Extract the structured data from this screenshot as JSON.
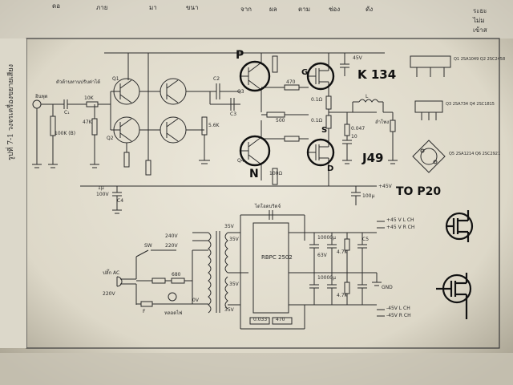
{
  "page": {
    "side_caption": "รูปที่ 7-1 วงจรเครื่องขยายเสียง",
    "header_fragments": [
      "ดอ",
      "ภาย",
      "มา",
      "ขนา",
      "จาก",
      "ผล",
      "ตาม",
      "ช่อง",
      "ดัง"
    ],
    "right_fragments": [
      "ระยะ",
      "ไม่ม",
      "เข้าส"
    ]
  },
  "schematic": {
    "colors": {
      "paper": "#ebe7da",
      "ink": "#2b2b2b",
      "handwriting": "#0e0e0e"
    },
    "handwritten": {
      "p_top": "P",
      "k134": "K 134",
      "g": "G",
      "s": "S",
      "d": "D",
      "n_bottom": "N",
      "j49": "J49",
      "to_p20": "TO P20"
    },
    "labels": {
      "input_volume": "ตัวต้านทานปรับค่าได้",
      "input_jack": "อินพุต",
      "c1": "C₁",
      "r_10k": "10K",
      "r_100k": "100K (B)",
      "q1": "Q1",
      "q2": "Q2",
      "q3": "Q3",
      "q4": "Q4",
      "q5": "Q5",
      "r_47k": "47K",
      "r_5k6": "5.6K",
      "c2": "C2",
      "c3": "C3",
      "c4": "C4",
      "r_470": "470",
      "r_500": "500",
      "r_100_omega": "100Ω",
      "r_0_1": "0.1Ω",
      "r_0_1b": "0.1Ω",
      "c_0047": "0.047",
      "r_10": "10",
      "coil": "L",
      "speaker": "ลำโพง",
      "v45_top": "45V",
      "c_100v": "100V",
      "rail_45v": "+45V",
      "c_1u": "1µ",
      "c_100u": "100µ",
      "c5": "C5",
      "pkg_top": "Q1 2SA1049 Q2 2SC2458",
      "pkg_mid": "Q3 2SA734 Q4 2SC1815",
      "pkg_bot": "Q5 2SA1214 Q6 2SC2921",
      "xfmr_240": "240V",
      "xfmr_220": "220V",
      "xfmr_0": "0V",
      "sw": "SW",
      "fuse": "F",
      "plug_ac": "ปลั๊ก AC",
      "ac_220": "220V",
      "r_680": "680",
      "lamp": "หลอดไฟ",
      "v35": "35V",
      "v35b": "35V",
      "v35c": "35V",
      "v35d": "35V",
      "bridge": "RBPC 2502",
      "bridge_title": "ไดโอดบริดจ์",
      "c_0033": "0.033",
      "c_470": "470",
      "c_10000_1": "10000µ",
      "c_10000_2": "10000µ",
      "c_63v": "63V",
      "r_47k2": "4.7K",
      "r_47k3": "4.7K",
      "out_p45l": "+45 V L CH",
      "out_p45r": "+45 V R CH",
      "out_n45l": "-45V L CH",
      "out_n45r": "-45V R CH",
      "ground": "GND"
    }
  }
}
